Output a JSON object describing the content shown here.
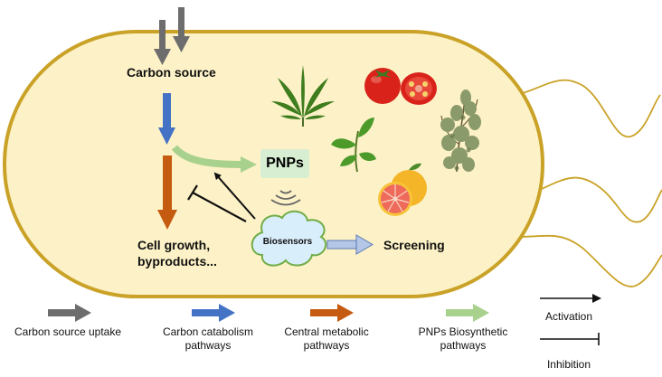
{
  "labels": {
    "carbon_source": "Carbon source",
    "pnps": "PNPs",
    "cell_growth": "Cell growth,",
    "byproducts": "byproducts...",
    "biosensors": "Biosensors",
    "screening": "Screening"
  },
  "legend": {
    "carbon_uptake": "Carbon source uptake",
    "catabolism_1": "Carbon catabolism",
    "catabolism_2": "pathways",
    "central_1": "Central metabolic",
    "central_2": "pathways",
    "pnps_1": "PNPs Biosynthetic",
    "pnps_2": "pathways",
    "activation": "Activation",
    "inhibition": "Inhibition"
  },
  "colors": {
    "uptake": "#6d6d6d",
    "catabolism": "#4472c4",
    "central": "#c55a11",
    "pnps_biosynthetic": "#a9d18e",
    "cell_fill": "#fdf2c7",
    "cell_border": "#c9a227"
  },
  "icons": [
    "cannabis-leaf-icon",
    "tomato-icon",
    "tea-leaves-icon",
    "artemisia-icon",
    "grapefruit-icon",
    "signal-waves-icon",
    "biosensor-cloud-icon"
  ]
}
